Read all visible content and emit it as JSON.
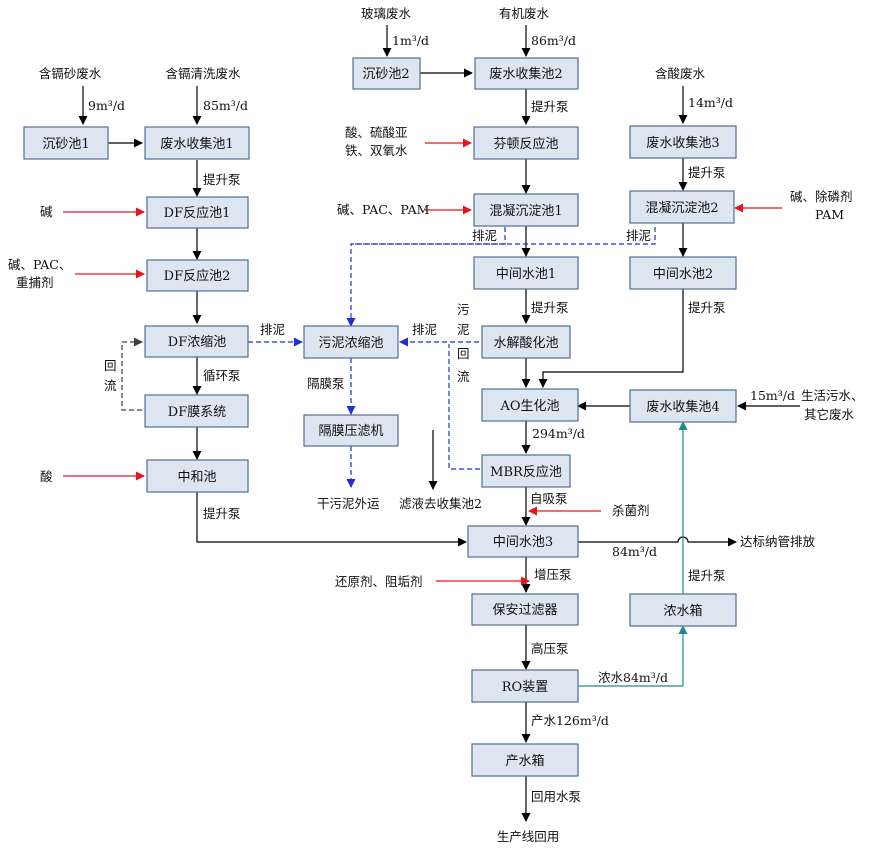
{
  "boxes": {
    "sand_tank_1": "沉砂池1",
    "collect_1": "废水收集池1",
    "df_react_1": "DF反应池1",
    "df_react_2": "DF反应池2",
    "df_conc": "DF浓缩池",
    "df_membrane": "DF膜系统",
    "neutral": "中和池",
    "sand_tank_2": "沉砂池2",
    "collect_2": "废水收集池2",
    "fenton": "芬顿反应池",
    "coag_1": "混凝沉淀池1",
    "mid_1": "中间水池1",
    "hydro": "水解酸化池",
    "ao": "AO生化池",
    "mbr": "MBR反应池",
    "sludge_conc": "污泥浓缩池",
    "press": "隔膜压滤机",
    "collect_3": "废水收集池3",
    "coag_2": "混凝沉淀池2",
    "mid_2": "中间水池2",
    "collect_4": "废水收集池4",
    "mid_3": "中间水池3",
    "filter": "保安过滤器",
    "ro": "RO装置",
    "product_tank": "产水箱",
    "conc_tank": "浓水箱"
  },
  "labels": {
    "cd_sand_ww": "含镉砂废水",
    "cd_wash_ww": "含镉清洗废水",
    "flow_9": "9m³/d",
    "flow_85": "85m³/d",
    "glass_ww": "玻璃废水",
    "organic_ww": "有机废水",
    "flow_1": "1m³/d",
    "flow_86": "86m³/d",
    "acid_ww": "含酸废水",
    "flow_14": "14m³/d",
    "pump_1": "提升泵",
    "pump_2": "提升泵",
    "pump_3": "提升泵",
    "pump_4": "提升泵",
    "pump_5": "提升泵",
    "pump_6": "提升泵",
    "pump_7": "提升泵",
    "alkali": "碱",
    "alkali_pac_1": "碱、PAC、",
    "alkali_pac_2": "重捕剂",
    "acid": "酸",
    "fenton_chem_1": "酸、硫酸亚",
    "fenton_chem_2": "铁、双氧水",
    "coag_chem": "碱、PAC、PAM",
    "dephos_1": "碱、除磷剂",
    "dephos_2": "PAM",
    "sludge_1": "排泥",
    "sludge_2": "排泥",
    "sludge_3": "排泥",
    "sludge_4": "排泥",
    "return_1": "回",
    "return_2": "流",
    "circ_pump": "循环泵",
    "sludge_return_1": "污",
    "sludge_return_2": "泥",
    "sludge_return_3": "回",
    "sludge_return_4": "流",
    "membrane_pump": "隔膜泵",
    "dry_sludge": "干污泥外运",
    "filtrate": "滤液去收集池2",
    "flow_294": "294m³/d",
    "self_priming": "自吸泵",
    "bactericide": "杀菌剂",
    "domestic_1": "生活污水、",
    "domestic_2": "其它废水",
    "flow_15": "15m³/d",
    "flow_84": "84m³/d",
    "discharge": "达标纳管排放",
    "reducer": "还原剂、阻垢剂",
    "booster": "增压泵",
    "hp_pump": "高压泵",
    "conc_water": "浓水84m³/d",
    "product_water": "产水126m³/d",
    "reuse_pump": "回用水泵",
    "reuse": "生产线回用"
  },
  "colors": {
    "process_line": "#000000",
    "chemical_line": "#e8141b",
    "sludge_line": "#1f2fd8",
    "return_line": "#404040",
    "concentrate_line": "#1f8a8a",
    "box_fill": "#dde5f0",
    "box_border": "#4f6f94"
  }
}
